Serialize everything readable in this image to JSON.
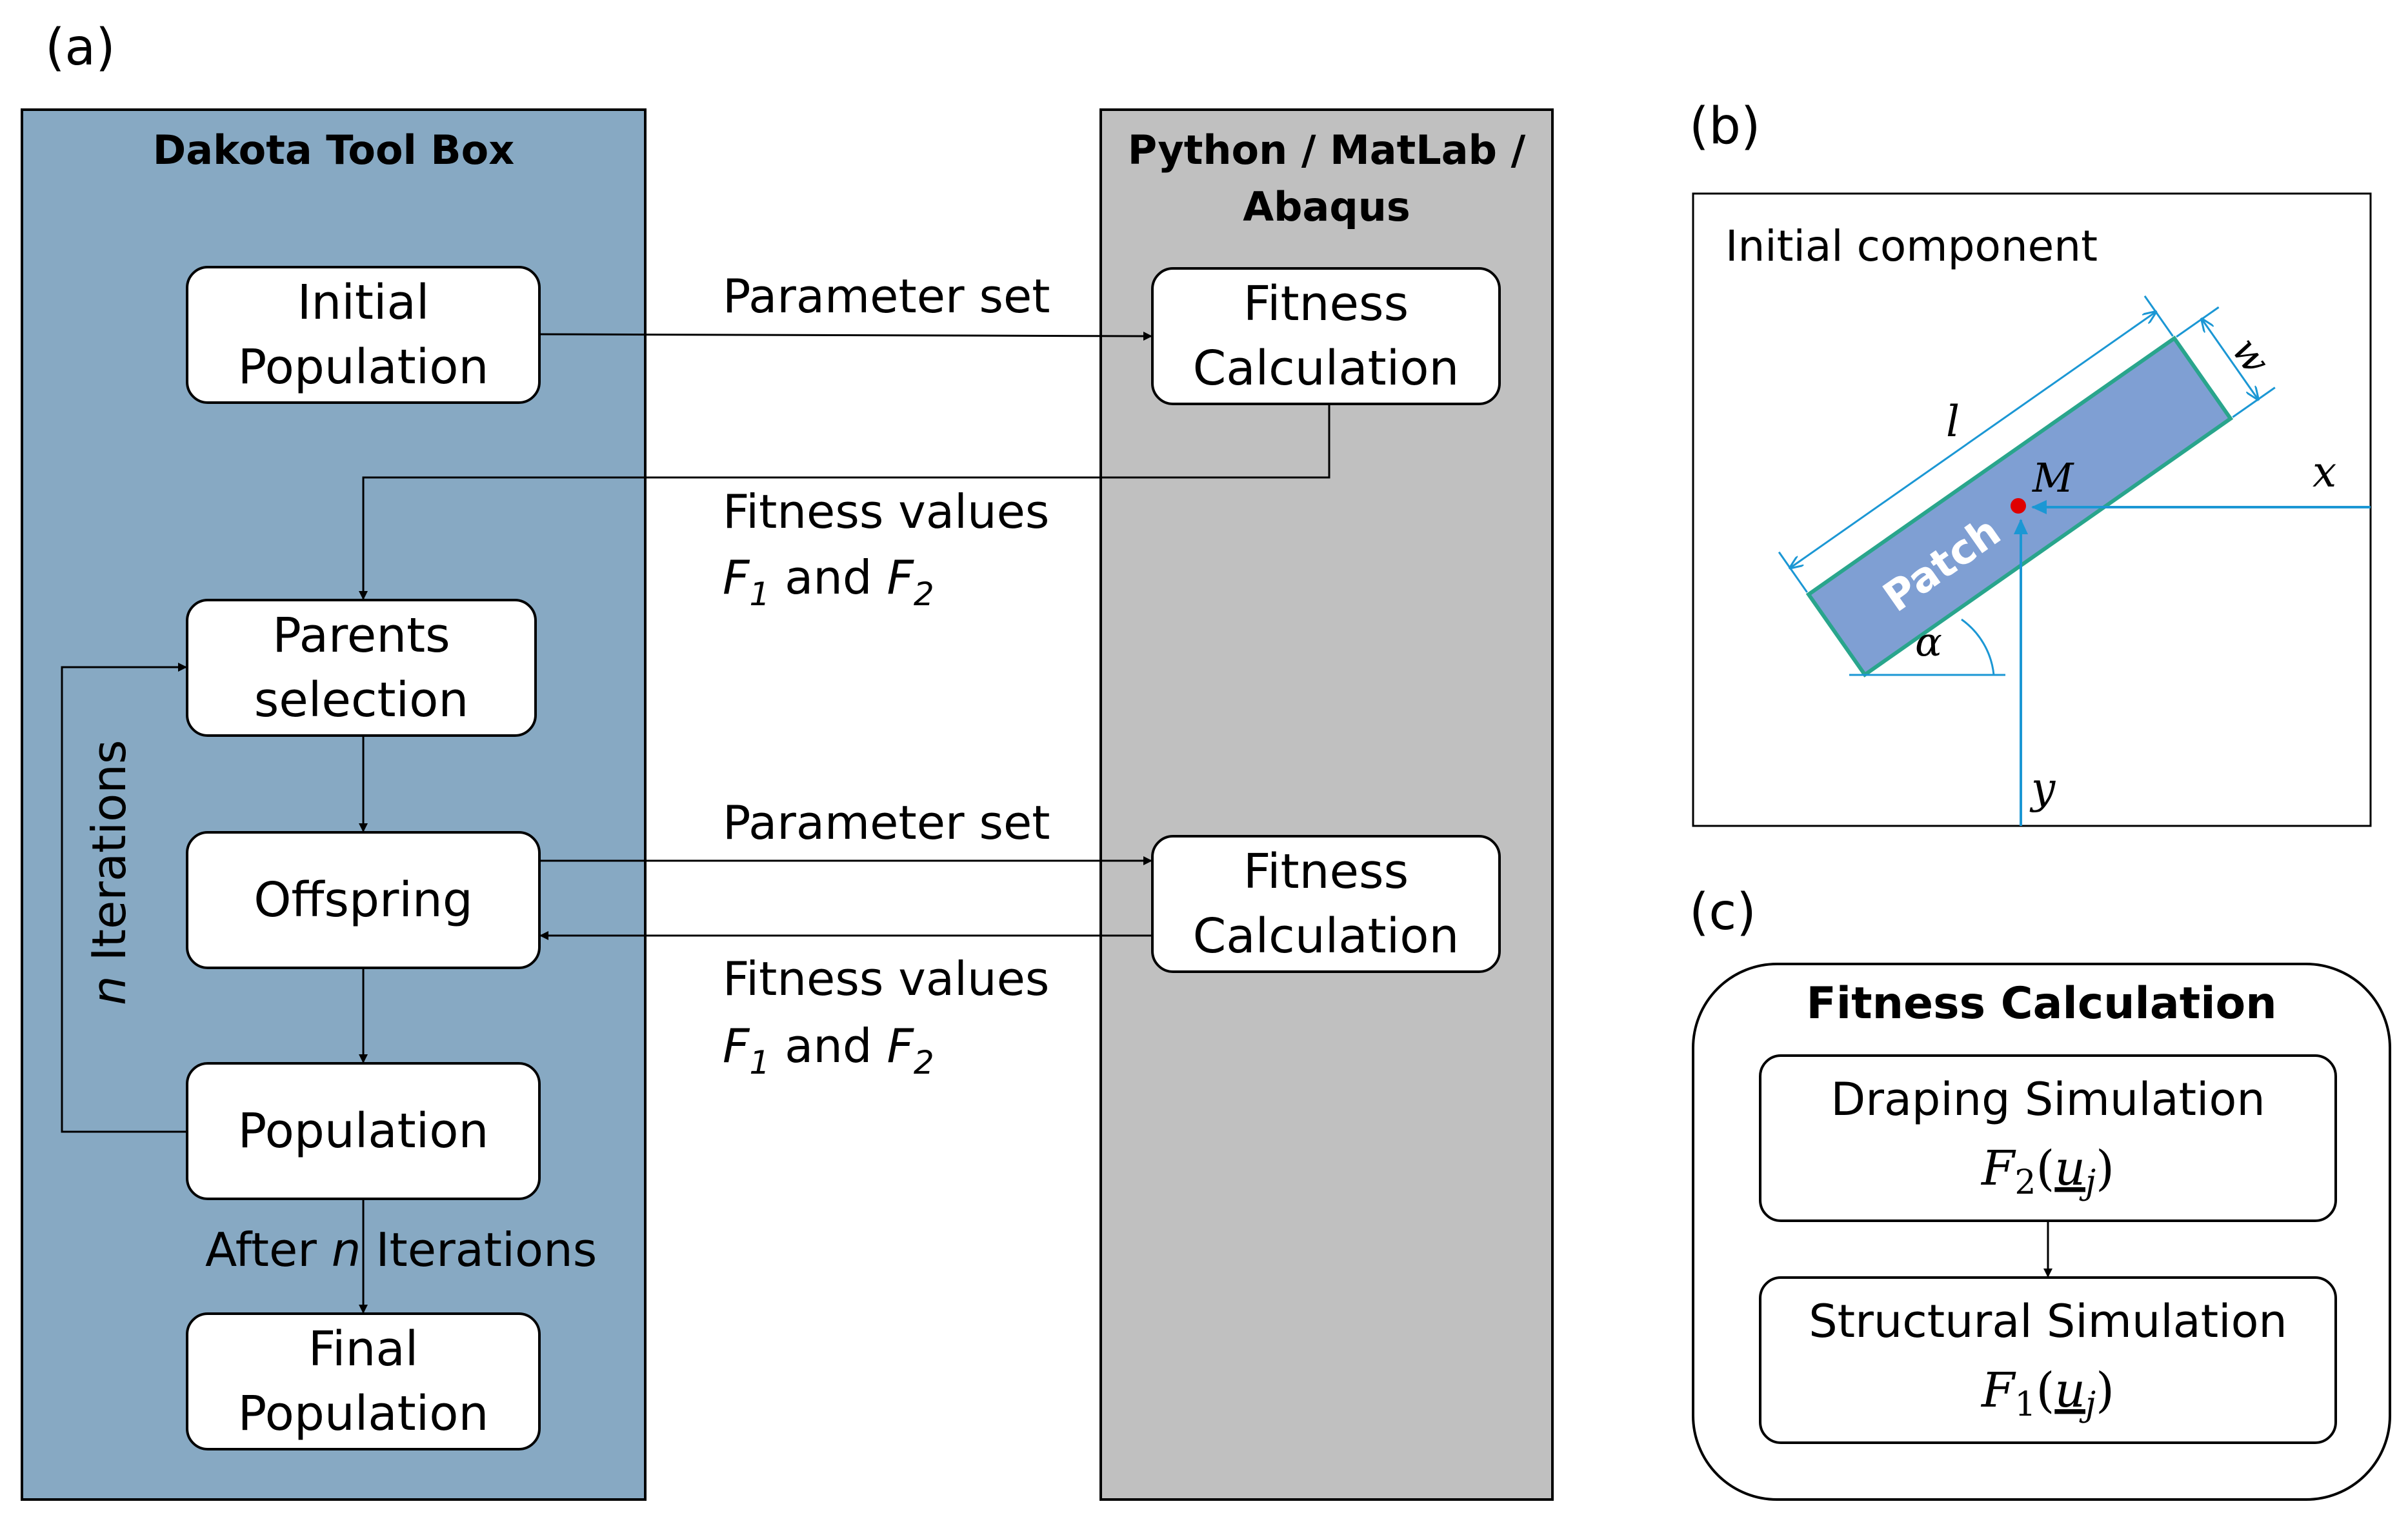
{
  "colors": {
    "dakota_panel": "#87a9c3",
    "python_panel": "#c0c0c0",
    "box_fill": "#ffffff",
    "line": "#000000",
    "patch_fill": "#7f9fd3",
    "patch_edge": "#29a58c",
    "dimension": "#1b97d4",
    "point_m": "#e00000"
  },
  "labels": {
    "a": "(a)",
    "b": "(b)",
    "c": "(c)"
  },
  "panel_a": {
    "dakota_title": "Dakota Tool Box",
    "python_title_line1": "Python / MatLab /",
    "python_title_line2": "Abaqus",
    "initial_population": [
      "Initial",
      "Population"
    ],
    "parents_selection": [
      "Parents",
      "selection"
    ],
    "offspring": "Offspring",
    "population": "Population",
    "final_population": [
      "Final",
      "Population"
    ],
    "fitness_calc_top": [
      "Fitness",
      "Calculation"
    ],
    "fitness_calc_bottom": [
      "Fitness",
      "Calculation"
    ],
    "param_set_top": "Parameter set",
    "param_set_bottom": "Parameter set",
    "fitness_values_top": "Fitness values",
    "fitness_values_bottom": "Fitness values",
    "f_and_f": {
      "f": "F",
      "sub1": "1",
      "and": " and ",
      "sub2": "2"
    },
    "loop_n": "n",
    "loop_text": " Iterations",
    "after_text": "After ",
    "after_n": "n",
    "after_tail": " Iterations"
  },
  "panel_b": {
    "title": "Initial component",
    "patch": "Patch",
    "l": "l",
    "w": "w",
    "m": "M",
    "x": "x",
    "y": "y",
    "alpha": "α"
  },
  "panel_c": {
    "title": "Fitness Calculation",
    "draping": "Draping Simulation",
    "structural": "Structural Simulation",
    "f2": {
      "f": "F",
      "sub": "2",
      "arg": "u",
      "argsub": "j"
    },
    "f1": {
      "f": "F",
      "sub": "1",
      "arg": "u",
      "argsub": "j"
    }
  }
}
